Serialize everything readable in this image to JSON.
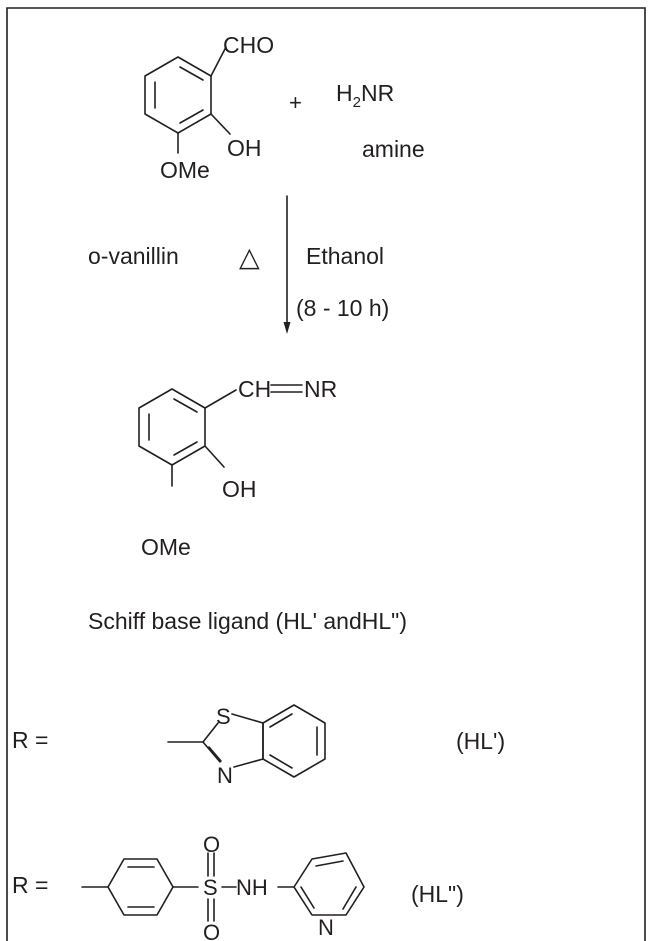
{
  "reactant_aldehyde": {
    "cho": "CHO",
    "oh": "OH",
    "ome": "OMe",
    "name": "o-vanillin"
  },
  "plus": "+",
  "amine": {
    "h": "H",
    "sub": "2",
    "nr": "NR",
    "name": "amine"
  },
  "conditions": {
    "heat_symbol": "△",
    "solvent": "Ethanol",
    "time": "(8 - 10 h)"
  },
  "product": {
    "ch": "CH",
    "nr": "NR",
    "oh": "OH",
    "ome": "OMe",
    "name": "Schiff base ligand (HL' andHL\")"
  },
  "substituents": [
    {
      "prefix": "R =",
      "atom_s": "S",
      "atom_n": "N",
      "label": "(HL')"
    },
    {
      "prefix": "R =",
      "atom_o_top": "O",
      "atom_s": "S",
      "nh": "NH",
      "atom_o_bottom": "O",
      "atom_n": "N",
      "label": "(HL\")"
    }
  ]
}
